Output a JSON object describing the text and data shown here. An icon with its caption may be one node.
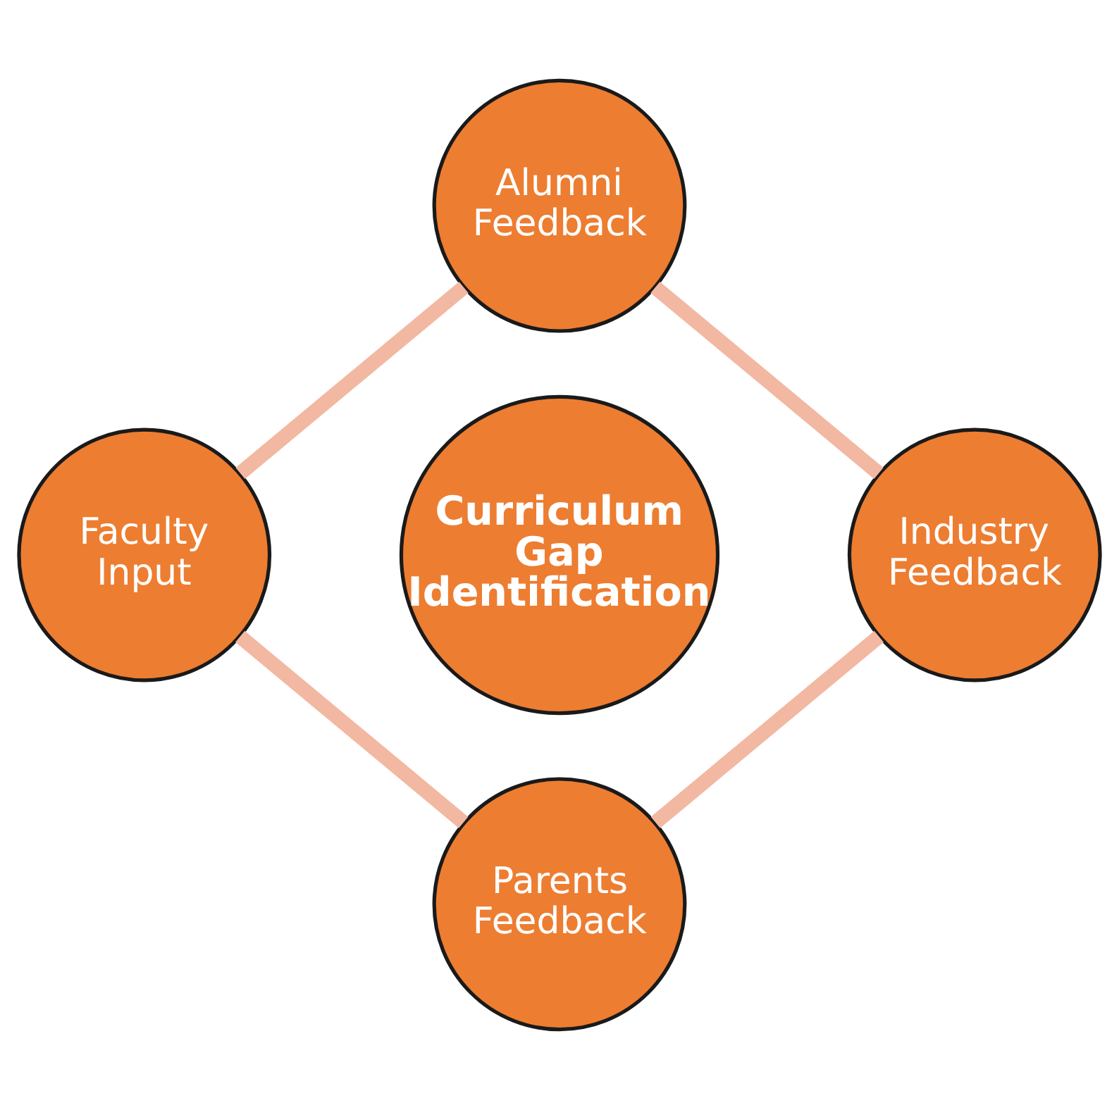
{
  "diagram": {
    "nodes": [
      {
        "text": [
          "Alumni Feedback"
        ]
      },
      {
        "text": [
          "Faculty Input"
        ]
      },
      {
        "text": [
          "Curriculum Gap Identification"
        ]
      },
      {
        "text": [
          "Industry Feedback"
        ]
      },
      {
        "text": [
          "Parents Feedback"
        ]
      }
    ],
    "edges": [
      {
        "from": 0,
        "to": 3,
        "arrow": "none"
      },
      {
        "from": 3,
        "to": 4,
        "arrow": "none"
      },
      {
        "from": 4,
        "to": 1,
        "arrow": "none"
      },
      {
        "from": 1,
        "to": 0,
        "arrow": "none"
      }
    ]
  }
}
